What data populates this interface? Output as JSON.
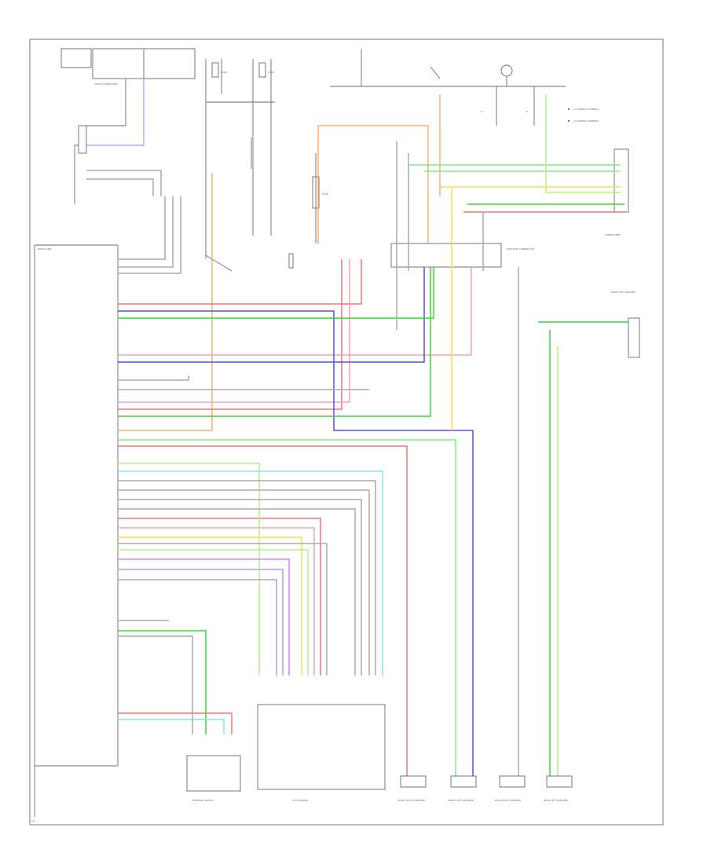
{
  "diagram": {
    "title": "",
    "legend": [
      "(1) WIRING HARNESS",
      "(2) WIRING HARNESS"
    ],
    "labels": {
      "fuse_top_1": "FUSE",
      "fuse_top_2": "FUSE",
      "fuse_mid": "FUSE",
      "ground_1": "G",
      "ground_2": "G",
      "footer": "G3"
    }
  },
  "components": {
    "radio_unit": "RADIO UNIT",
    "top_left_module": "AUDIO POWER UNIT",
    "cd_changer": "CD CHANGER",
    "steering_switch": "STEERING SWITCH",
    "connector_block": "JUNCTION CONNECTOR",
    "side_connector_top": "SUBWOOFER",
    "side_connector_mid": "REAR LEFT SPEAKER",
    "speaker_1": "FRONT RIGHT SPEAKER",
    "speaker_2": "FRONT LEFT SPEAKER",
    "speaker_3": "REAR RIGHT SPEAKER",
    "speaker_4": "REAR LEFT SPEAKER"
  }
}
